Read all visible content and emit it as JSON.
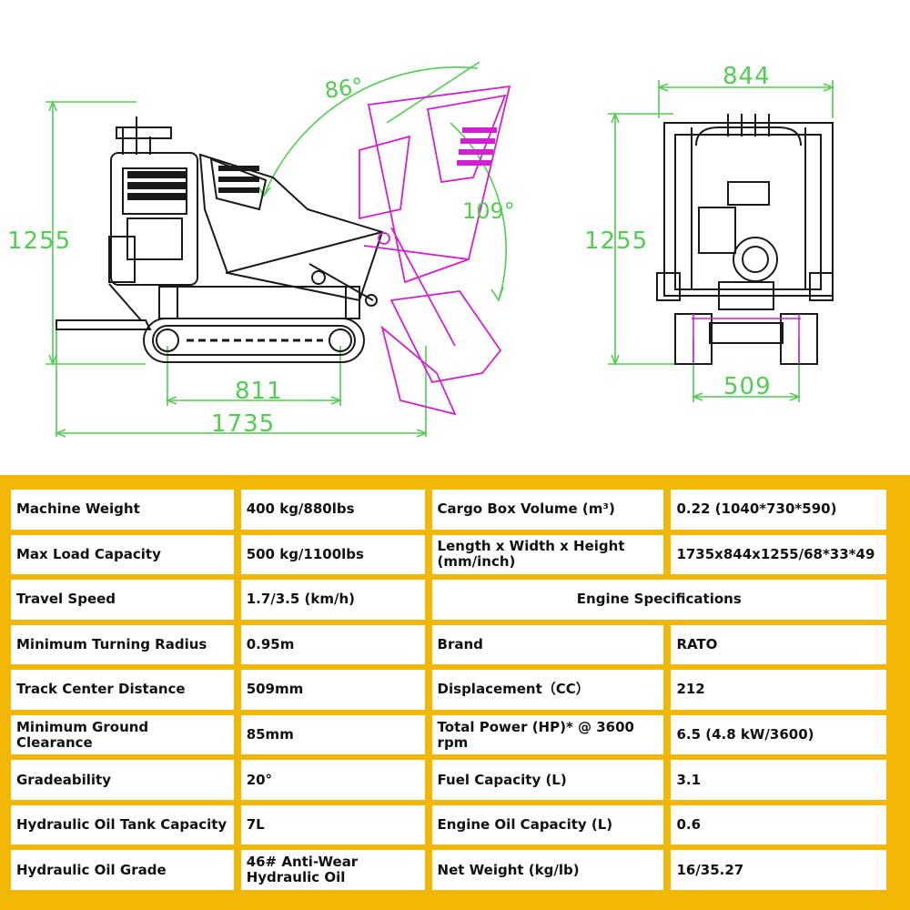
{
  "drawing": {
    "dims": {
      "height_left": "1255",
      "length_total": "1735",
      "track_length": "811",
      "angle_top": "86°",
      "angle_dump": "109°",
      "width_top": "844",
      "height_right": "1255",
      "track_center": "509"
    },
    "colors": {
      "line": "#1a1a1a",
      "dimension": "#52cc52",
      "dump_position": "#d11fd1"
    }
  },
  "specs": {
    "accent_color": "#f2b705",
    "rows": [
      {
        "l1": "Machine Weight",
        "v1": "400 kg/880lbs",
        "l2": "Cargo Box Volume (m³)",
        "v2": "0.22 (1040*730*590)"
      },
      {
        "l1": "Max Load Capacity",
        "v1": "500 kg/1100lbs",
        "l2": "Length x Width x Height (mm/inch)",
        "v2": "1735x844x1255/68*33*49"
      },
      {
        "l1": "Travel Speed",
        "v1": "1.7/3.5 (km/h)",
        "header": "Engine Specifications"
      },
      {
        "l1": "Minimum Turning Radius",
        "v1": "0.95m",
        "l2": "Brand",
        "v2": "RATO"
      },
      {
        "l1": "Track Center Distance",
        "v1": "509mm",
        "l2": "Displacement（CC）",
        "v2": "212"
      },
      {
        "l1": "Minimum Ground Clearance",
        "v1": "85mm",
        "l2": "Total Power (HP)* @ 3600 rpm",
        "v2": "6.5 (4.8 kW/3600)"
      },
      {
        "l1": "Gradeability",
        "v1": "20°",
        "l2": "Fuel Capacity (L)",
        "v2": "3.1"
      },
      {
        "l1": "Hydraulic Oil Tank Capacity",
        "v1": "7L",
        "l2": "Engine Oil Capacity (L)",
        "v2": "0.6"
      },
      {
        "l1": "Hydraulic Oil Grade",
        "v1": "46# Anti-Wear Hydraulic Oil",
        "l2": "Net Weight (kg/lb)",
        "v2": "16/35.27"
      }
    ]
  }
}
